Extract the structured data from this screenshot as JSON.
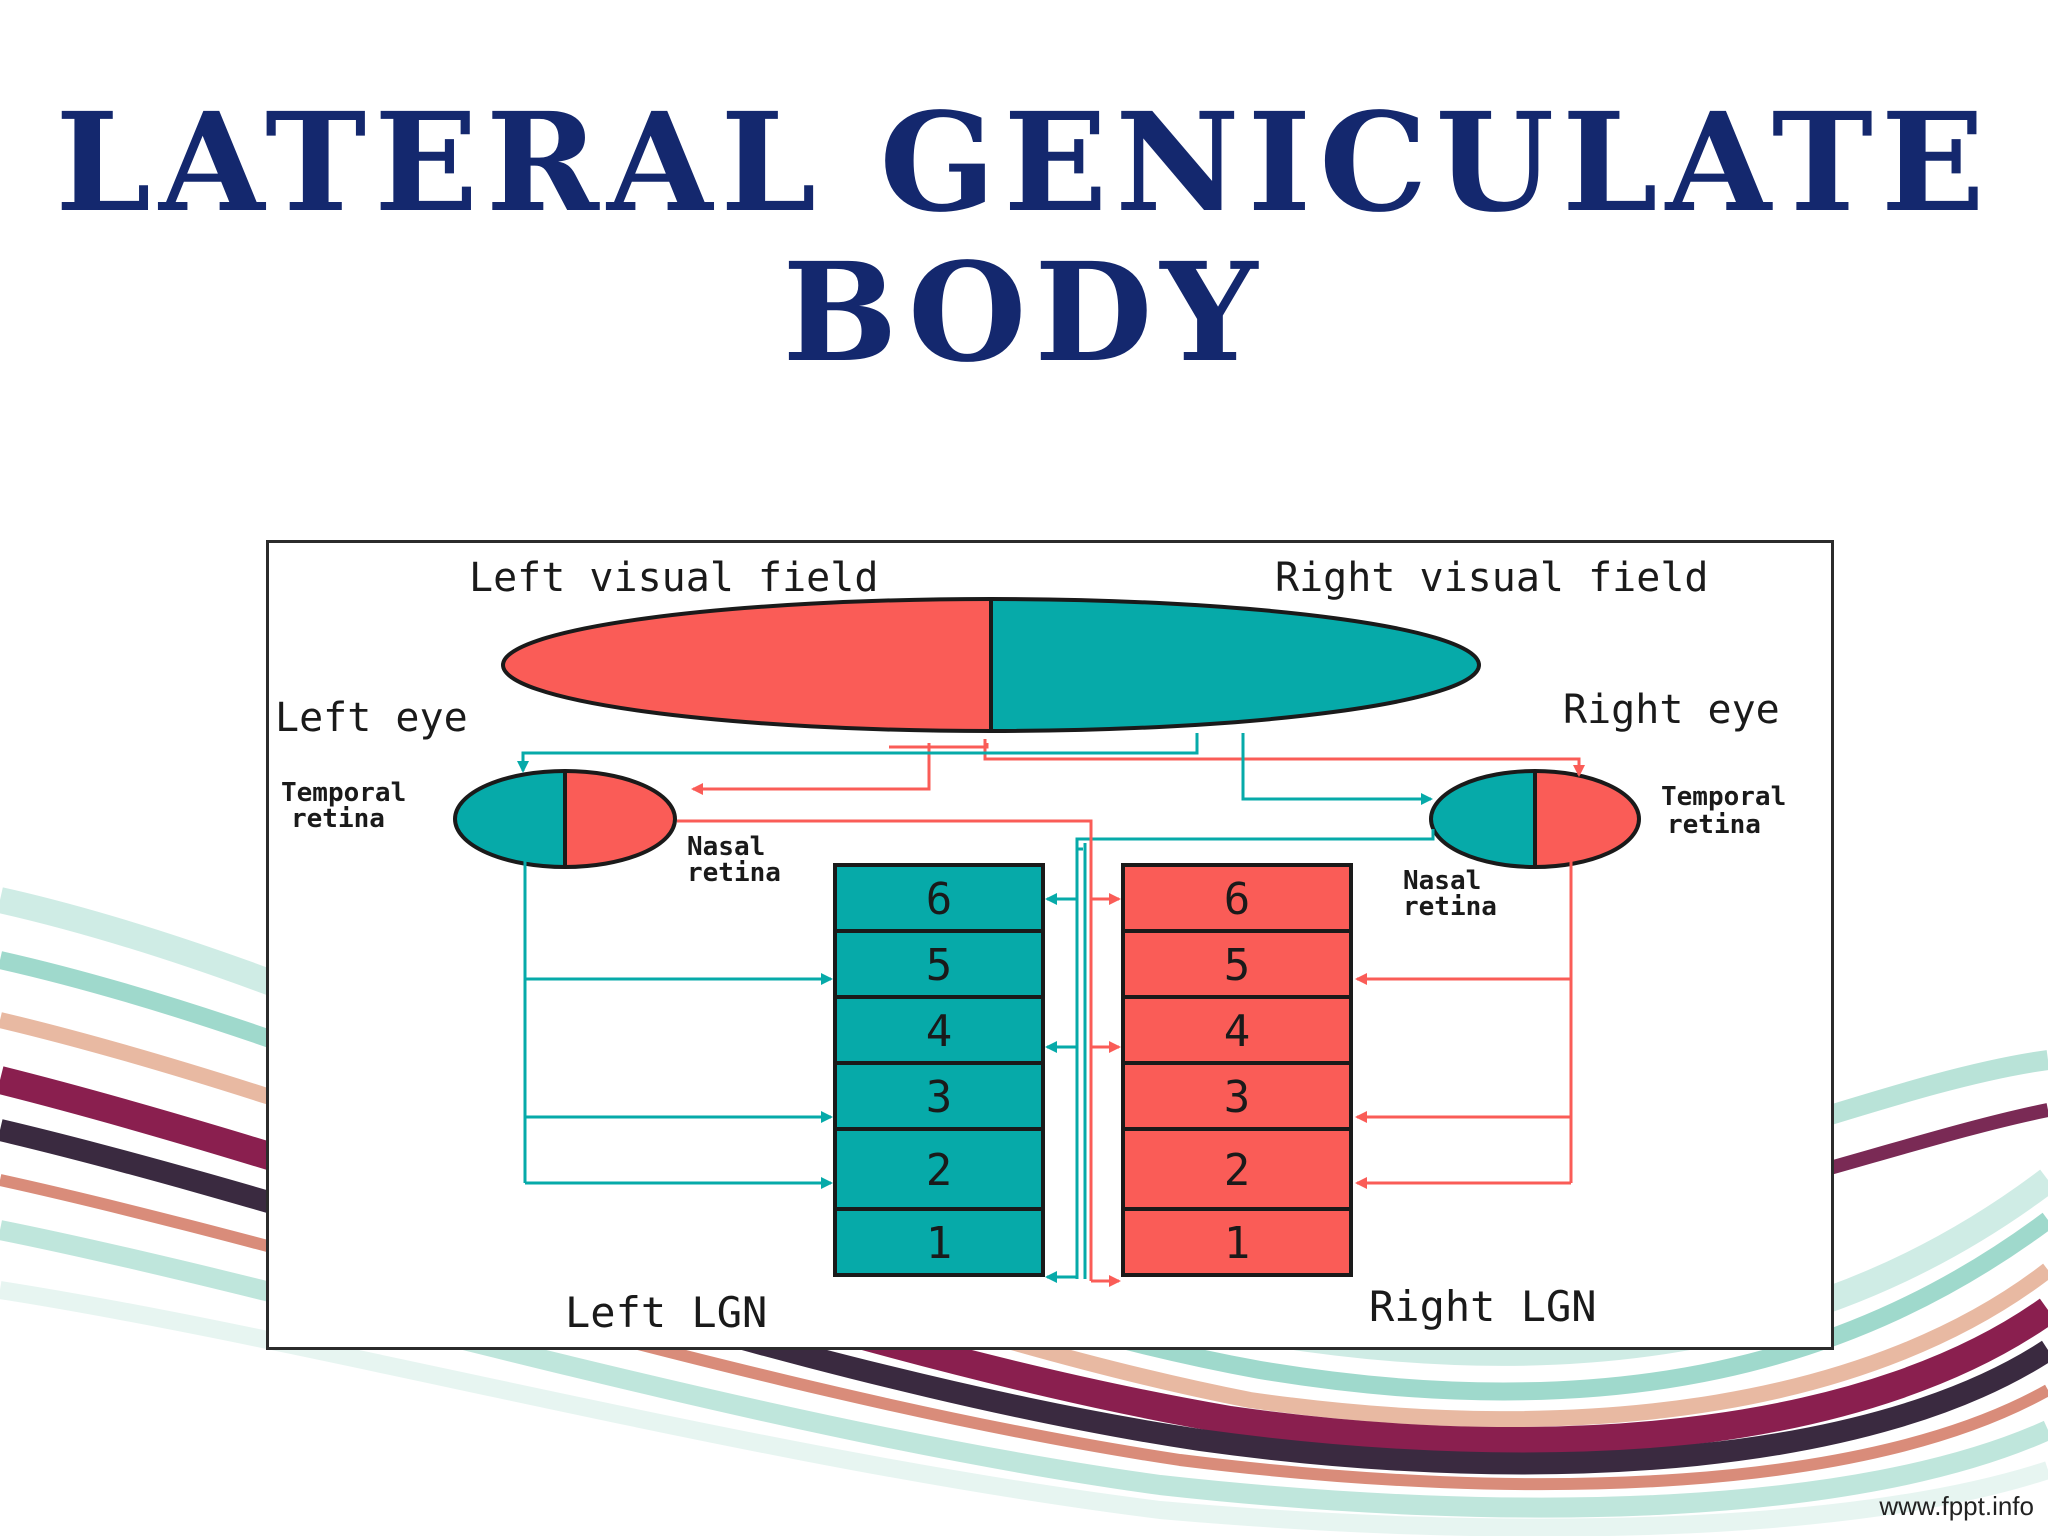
{
  "slide": {
    "title_line1": "LATERAL GENICULATE",
    "title_line2": "BODY",
    "footer": "www.fppt.info"
  },
  "colors": {
    "title": "#14286e",
    "teal": "#06aaa9",
    "salmon": "#fa5c57",
    "outline": "#1a1a1a"
  },
  "diagram": {
    "left_field_label": "Left visual field",
    "right_field_label": "Right visual field",
    "left_eye_label": "Left eye",
    "right_eye_label": "Right eye",
    "left_temporal_line1": "Temporal",
    "left_temporal_line2": "retina",
    "left_nasal_line1": "Nasal",
    "left_nasal_line2": "retina",
    "right_temporal_line1": "Temporal",
    "right_temporal_line2": "retina",
    "right_nasal_line1": "Nasal",
    "right_nasal_line2": "retina",
    "left_lgn_label": "Left LGN",
    "right_lgn_label": "Right LGN",
    "layers": [
      "6",
      "5",
      "4",
      "3",
      "2",
      "1"
    ]
  }
}
